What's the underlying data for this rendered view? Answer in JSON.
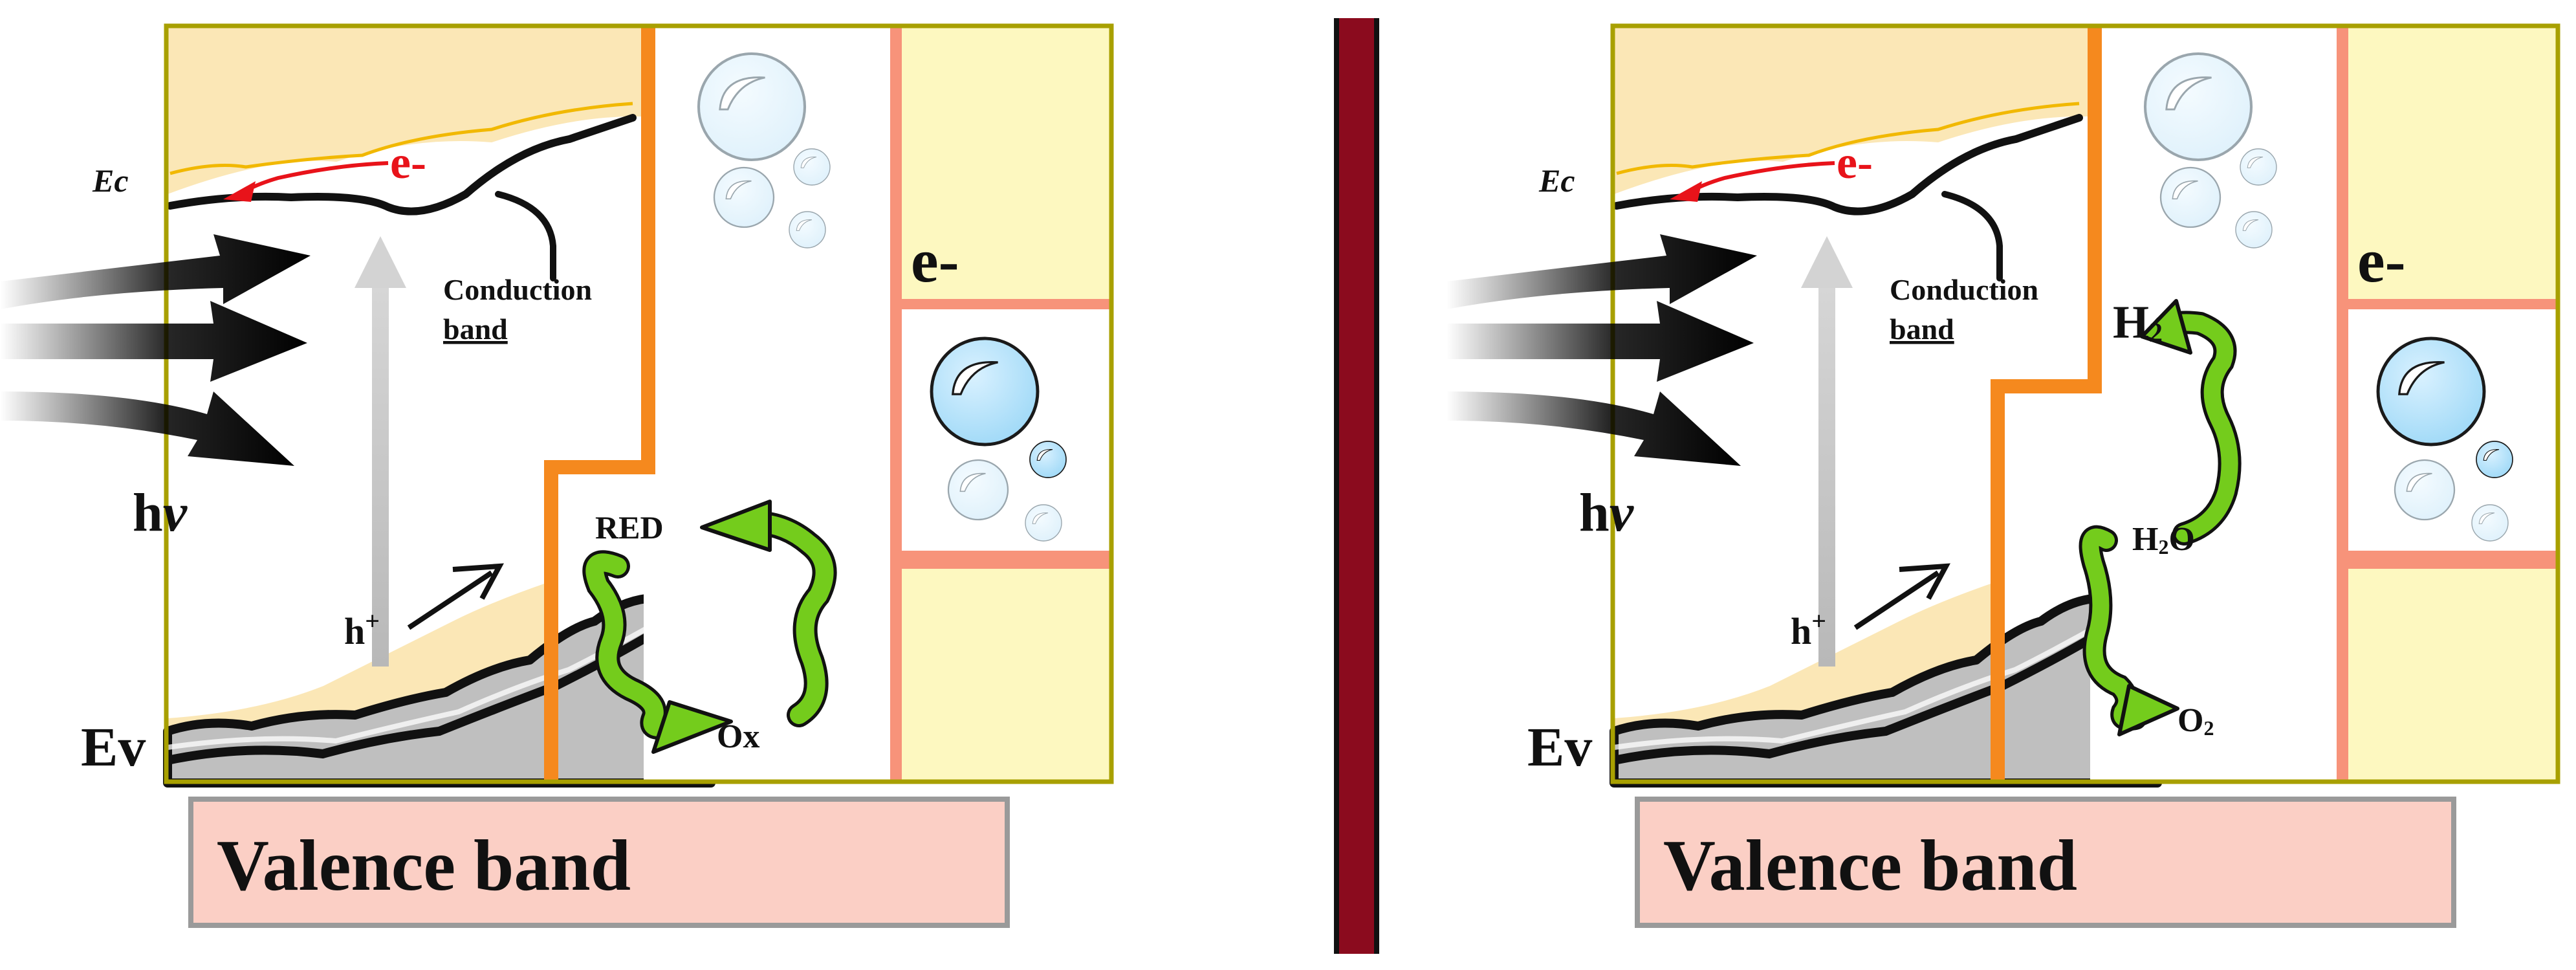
{
  "left_panel": {
    "ec_label": "Ec",
    "ev_label": "Ev",
    "electron_label": "e-",
    "conduction_line1": "Conduction",
    "conduction_line2": "band",
    "hv_h": "h",
    "hv_v": "ν",
    "hole_label": "h",
    "hole_sup": "+",
    "right_electron_label": "e-",
    "red_label": "RED",
    "ox_label": "Ox",
    "valence_label": "Valence band"
  },
  "right_panel": {
    "ec_label": "Ec",
    "ev_label": "Ev",
    "electron_label": "e-",
    "conduction_line1": "Conduction",
    "conduction_line2": "band",
    "hv_h": "h",
    "hv_v": "ν",
    "hole_label": "h",
    "hole_sup": "+",
    "right_electron_label": "e-",
    "h2_label": "H",
    "h2_sub": "2",
    "h2o_h": "H",
    "h2o_sub": "2",
    "h2o_o": "O",
    "o2_label": "O",
    "o2_sub": "2",
    "valence_label": "Valence band"
  },
  "colors": {
    "semiconductor_fill": "#fbe7b6",
    "electrolyte_fill": "#fdf8c0",
    "frame_border": "#a8a000",
    "orange_interface": "#f5891e",
    "salmon_divider": "#f7937a",
    "valence_box_fill": "#fbcfc5",
    "green_arrow": "#74cc1c",
    "divider_bar": "#8b0b1e",
    "electron_red": "#e8131a"
  },
  "icons": [
    "light-ray-arrow",
    "gas-bubble",
    "curved-green-arrow",
    "gray-excitation-arrow"
  ]
}
